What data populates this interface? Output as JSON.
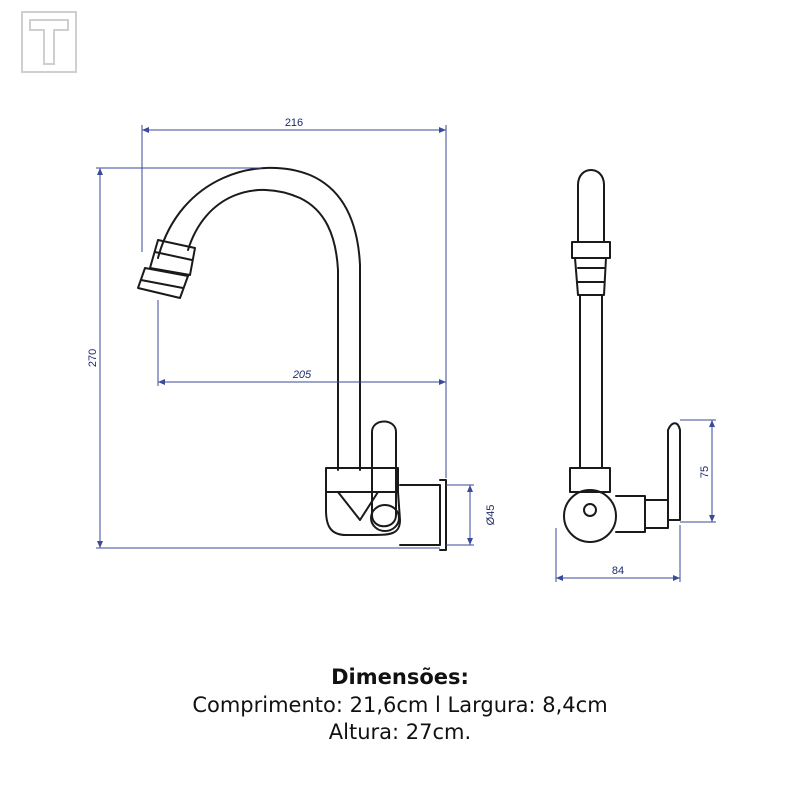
{
  "logo": {
    "letter": "T"
  },
  "dimensions": {
    "length_top": "216",
    "height_total": "270",
    "reach": "205",
    "flange_diameter": "Ø45",
    "handle_height": "75",
    "side_depth": "84"
  },
  "caption": {
    "title": "Dimensões:",
    "line1": "Comprimento: 21,6cm l Largura: 8,4cm",
    "line2": "Altura: 27cm."
  },
  "colors": {
    "dimension_line": "#3b4a9a",
    "outline": "#1a1a1a",
    "logo": "#cfcfcf"
  }
}
